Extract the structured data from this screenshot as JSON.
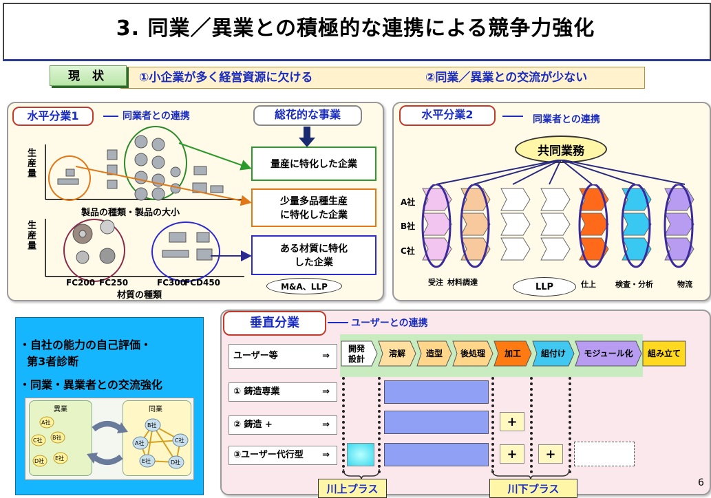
{
  "title": "3. 同業／異業との積極的な連携による競争力強化",
  "genjo": {
    "tag": "現 状",
    "item1": "①小企業が多く経営資源に欠ける",
    "item2": "②同業／異業との交流が少ない"
  },
  "horizontal1": {
    "tag": "水平分業1",
    "link": "同業者との連携",
    "sowa": "総花的な事業",
    "ylabel": "生産量",
    "xlabel_top": "製品の種類・製品の大小",
    "xlabel_bottom": "材質の種類",
    "materials": [
      "FC200",
      "FC250",
      "FC300",
      "FCD450"
    ],
    "box1": "量産に特化した企業",
    "box2": "少量多品種生産\nに特化した企業",
    "box3": "ある材質に特化\nした企業",
    "mla": "M&A、LLP"
  },
  "horizontal2": {
    "tag": "水平分業2",
    "link": "同業者との連携",
    "shared": "共同業務",
    "companies": [
      "A社",
      "B社",
      "C社"
    ],
    "columns": [
      "受注",
      "材料調達",
      "",
      "",
      "仕上",
      "検査・分析",
      "物流"
    ],
    "llp": "LLP",
    "colors": [
      "#f2c4f0",
      "#f7c99c",
      "#ffffff",
      "#ffffff",
      "#ff6a1a",
      "#38c8f2",
      "#b89cf2"
    ]
  },
  "left_bottom": {
    "lines": [
      "・自社の能力の自己評価・",
      "  第3者診断",
      "・同業・異業者との交流強化"
    ],
    "igyo": "異業",
    "dogyo": "同業",
    "igyo_nodes": [
      "A社",
      "B社",
      "C社",
      "D社",
      "E社"
    ],
    "dogyo_nodes": [
      "A社",
      "B社",
      "C社",
      "D社",
      "E社"
    ]
  },
  "vertical": {
    "tag": "垂直分業",
    "link": "ユーザーとの連携",
    "user_row": "ユーザー等",
    "arrow": "⇒",
    "steps": [
      "開発設計",
      "溶解",
      "造型",
      "後処理",
      "加工",
      "組付け",
      "モジュール化",
      "組み立て"
    ],
    "rows": [
      "① 鋳造専業",
      "② 鋳造 +",
      "③ユーザー代行型"
    ],
    "plus": "+",
    "kawakami": "川上プラス",
    "kawashimo": "川下プラス",
    "page_number": "6"
  }
}
